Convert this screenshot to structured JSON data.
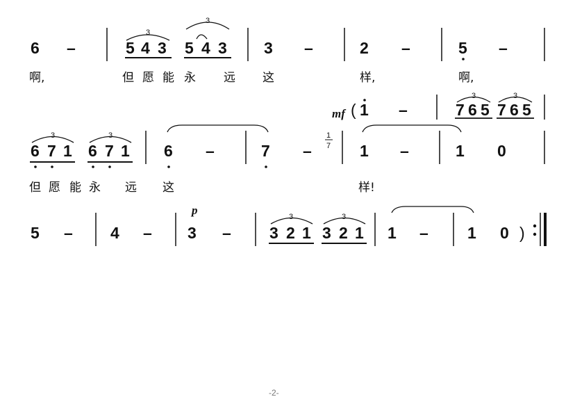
{
  "notes": {
    "dash": "–",
    "n1": "1",
    "n2": "2",
    "n3": "3",
    "n4": "4",
    "n5": "5",
    "n6": "6",
    "n7": "7",
    "n0": "0"
  },
  "marks": {
    "triplet": "3",
    "grace_fraction_top": "1",
    "grace_fraction_bottom": "7",
    "paren_open": "(",
    "paren_close": ")",
    "dynamic_mf": "mf",
    "dynamic_p": "p"
  },
  "lyrics": {
    "line1": [
      "啊,",
      "但",
      "愿",
      "能",
      "永",
      "远",
      "这",
      "样,",
      "啊,"
    ],
    "line2": [
      "但",
      "愿",
      "能",
      "永",
      "远",
      "这",
      "样!"
    ]
  },
  "footer": {
    "page_number": "-2-"
  }
}
